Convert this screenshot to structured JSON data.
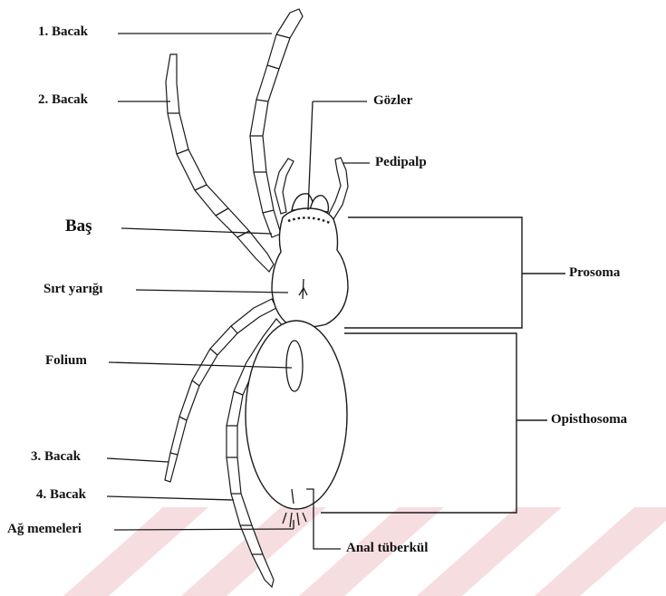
{
  "labels": {
    "leg1": "1. Bacak",
    "leg2": "2. Bacak",
    "head": "Baş",
    "dorsal_groove": "Sırt yarığı",
    "folium": "Folium",
    "leg3": "3. Bacak",
    "leg4": "4. Bacak",
    "spinnerets": "Ağ memeleri",
    "eyes": "Gözler",
    "pedipalp": "Pedipalp",
    "prosoma": "Prosoma",
    "opisthosoma": "Opisthosoma",
    "anal_tubercle": "Anal tüberkül"
  },
  "colors": {
    "line": "#1a1a1a",
    "watermark": "#f3d6d9"
  }
}
